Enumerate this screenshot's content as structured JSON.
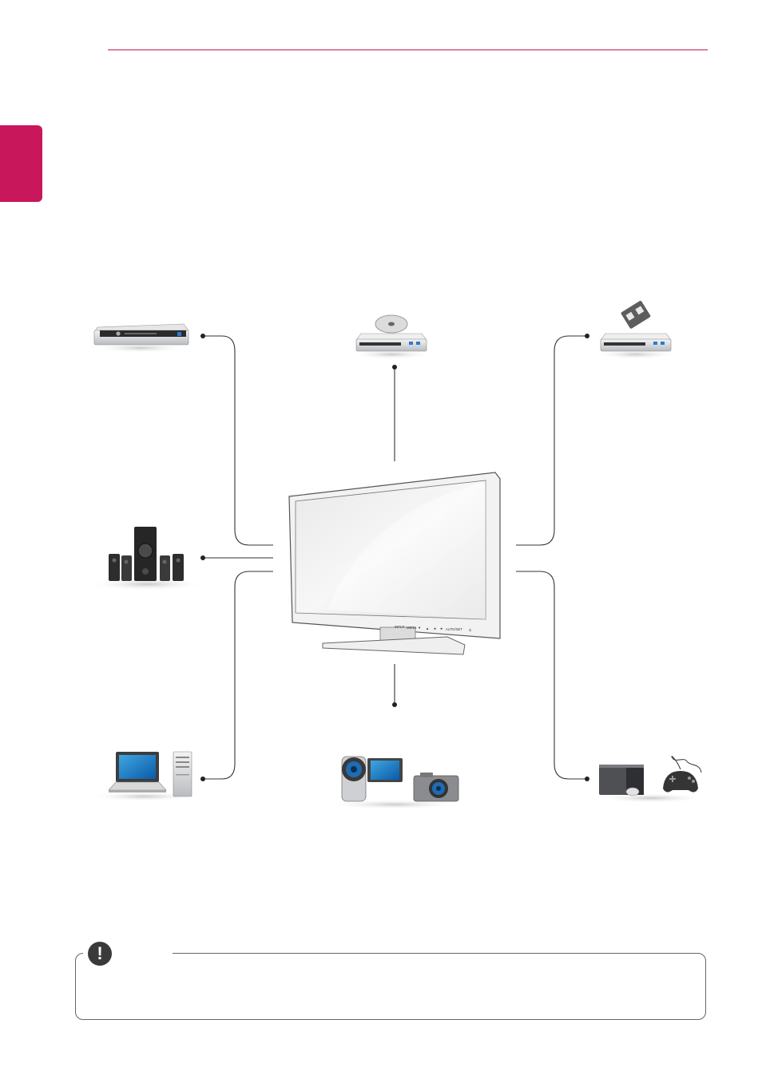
{
  "page": {
    "accent_color": "#c8175a",
    "rule_color": "#c0174a"
  },
  "diagram": {
    "center_device": "monitor-tv",
    "devices": [
      {
        "id": "blu-ray-player",
        "icon": "blu-ray-player-icon"
      },
      {
        "id": "dvd-player",
        "icon": "dvd-player-icon"
      },
      {
        "id": "vcr",
        "icon": "vcr-icon"
      },
      {
        "id": "speaker-system",
        "icon": "home-theater-speakers-icon"
      },
      {
        "id": "computer",
        "icon": "laptop-and-desktop-icon"
      },
      {
        "id": "cameras",
        "icon": "camcorder-and-camera-icon"
      },
      {
        "id": "game-devices",
        "icon": "game-console-and-gamepad-icon"
      }
    ],
    "monitor_buttons": [
      "INPUT",
      "MENU",
      "▼",
      "▲",
      "◄",
      "►",
      "AUTO/SET",
      "⏻"
    ]
  },
  "note": {
    "icon": "exclamation-icon",
    "icon_glyph": "!"
  }
}
